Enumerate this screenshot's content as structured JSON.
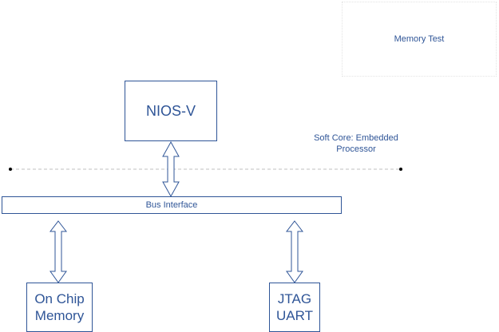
{
  "title_box": {
    "label": "Memory Test"
  },
  "processor": {
    "label": "NIOS-V"
  },
  "region_label": {
    "line1": "Soft Core: Embedded",
    "line2": "Processor"
  },
  "bus": {
    "label": "Bus Interface"
  },
  "on_chip_memory": {
    "line1": "On Chip",
    "line2": "Memory"
  },
  "jtag_uart": {
    "line1": "JTAG",
    "line2": "UART"
  },
  "colors": {
    "stroke": "#2f5597",
    "text": "#2f5597",
    "dashed_line": "#bfbfbf",
    "dot": "#000000"
  }
}
